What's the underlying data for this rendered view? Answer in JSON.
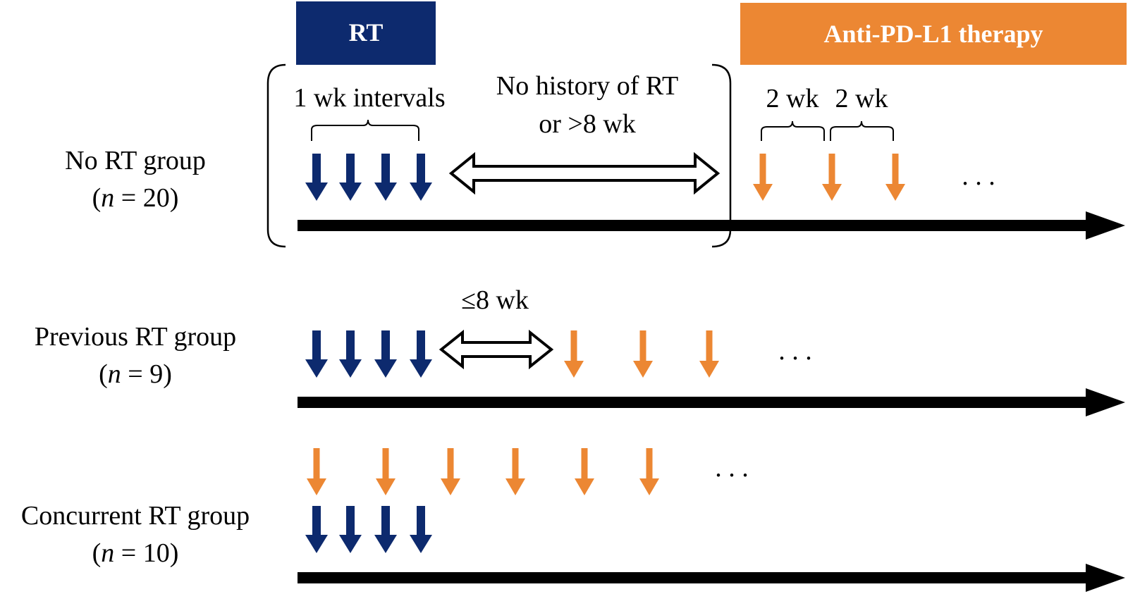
{
  "colors": {
    "rt": "#0d2a6e",
    "anti_pd_l1": "#ec8733",
    "axis": "#000000"
  },
  "headers": {
    "rt": "RT",
    "anti_pd_l1": "Anti-PD-L1 therapy"
  },
  "groups": [
    {
      "name": "No RT group",
      "n_prefix": "n",
      "n_suffix": " = 20"
    },
    {
      "name": "Previous RT group",
      "n_prefix": "n",
      "n_suffix": " = 9"
    },
    {
      "name": "Concurrent RT group",
      "n_prefix": "n",
      "n_suffix": " = 10"
    }
  ],
  "annotations": {
    "rt_interval": "1 wk intervals",
    "no_history_line1": "No history of RT",
    "no_history_line2": "or >8 wk",
    "interval_2wk_a": "2 wk",
    "interval_2wk_b": "2 wk",
    "previous_gap": "≤8 wk",
    "ellipsis": ". . ."
  },
  "icons": {
    "rt_dose": "down-arrow-icon",
    "anti_pd_l1_dose": "down-arrow-icon",
    "gap": "double-arrow-icon",
    "timeline": "right-arrow-icon"
  }
}
